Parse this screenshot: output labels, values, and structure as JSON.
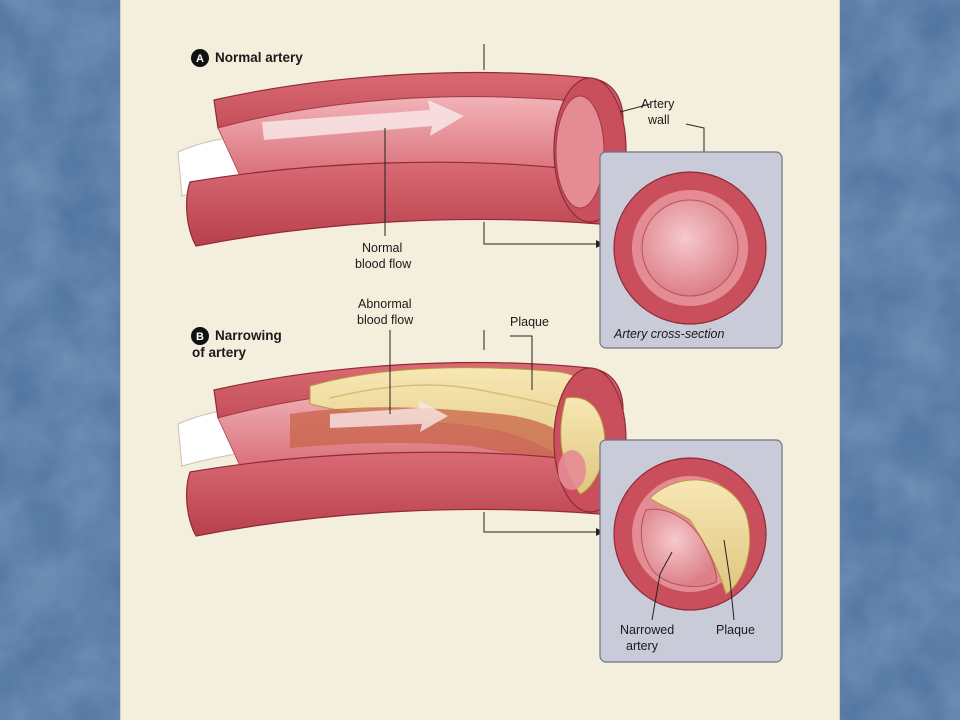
{
  "sections": {
    "a": {
      "badge": "A",
      "title": "Normal artery"
    },
    "b": {
      "badge": "B",
      "title_line1": "Narrowing",
      "title_line2": "of artery"
    }
  },
  "labels": {
    "artery_wall_line1": "Artery",
    "artery_wall_line2": "wall",
    "normal_flow_line1": "Normal",
    "normal_flow_line2": "blood flow",
    "abnormal_flow_line1": "Abnormal",
    "abnormal_flow_line2": "blood flow",
    "plaque_top": "Plaque",
    "cross_section": "Artery cross-section",
    "narrowed_line1": "Narrowed",
    "narrowed_line2": "artery",
    "plaque_bottom": "Plaque"
  },
  "colors": {
    "background": "#4a6f9c",
    "panel": "#f4eedd",
    "artery_outer": "#c94f5c",
    "artery_inner": "#e88a93",
    "plaque": "#f0dc9e",
    "inset_box": "#c9cbd8"
  }
}
